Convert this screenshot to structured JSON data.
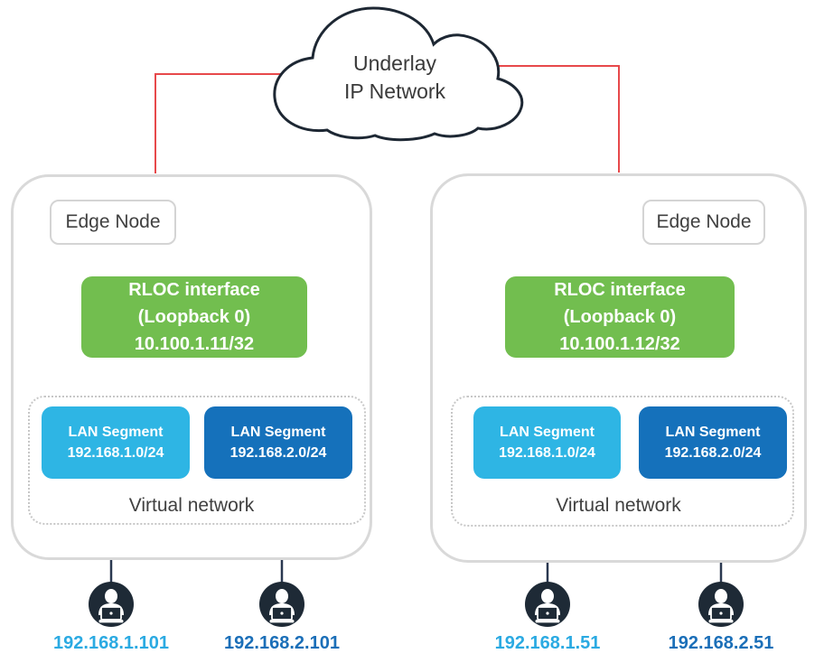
{
  "cloud": {
    "line1": "Underlay",
    "line2": "IP Network"
  },
  "colors": {
    "rloc_green": "#72BE4F",
    "link_red": "#E7494B",
    "connector_navy": "#2A3850",
    "node_border": "#D9D9D9",
    "cloud_stroke": "#1D2733",
    "icon_navy": "#1E2A36",
    "text_dark": "#404040"
  },
  "nodes": [
    {
      "title": "Edge Node",
      "rloc": {
        "line1": "RLOC interface",
        "line2": "(Loopback 0)",
        "line3": "10.100.1.11/32"
      },
      "virtual_network_label": "Virtual network",
      "lan_segments": [
        {
          "label": "LAN Segment",
          "subnet": "192.168.1.0/24",
          "color": "#2EB5E4"
        },
        {
          "label": "LAN Segment",
          "subnet": "192.168.2.0/24",
          "color": "#1571BB"
        }
      ],
      "endpoints": [
        {
          "ip": "192.168.1.101",
          "color": "#2BAAE2"
        },
        {
          "ip": "192.168.2.101",
          "color": "#1B6FB8"
        }
      ]
    },
    {
      "title": "Edge Node",
      "rloc": {
        "line1": "RLOC interface",
        "line2": "(Loopback 0)",
        "line3": "10.100.1.12/32"
      },
      "virtual_network_label": "Virtual network",
      "lan_segments": [
        {
          "label": "LAN Segment",
          "subnet": "192.168.1.0/24",
          "color": "#2EB5E4"
        },
        {
          "label": "LAN Segment",
          "subnet": "192.168.2.0/24",
          "color": "#1571BB"
        }
      ],
      "endpoints": [
        {
          "ip": "192.168.1.51",
          "color": "#2BAAE2"
        },
        {
          "ip": "192.168.2.51",
          "color": "#1B6FB8"
        }
      ]
    }
  ]
}
